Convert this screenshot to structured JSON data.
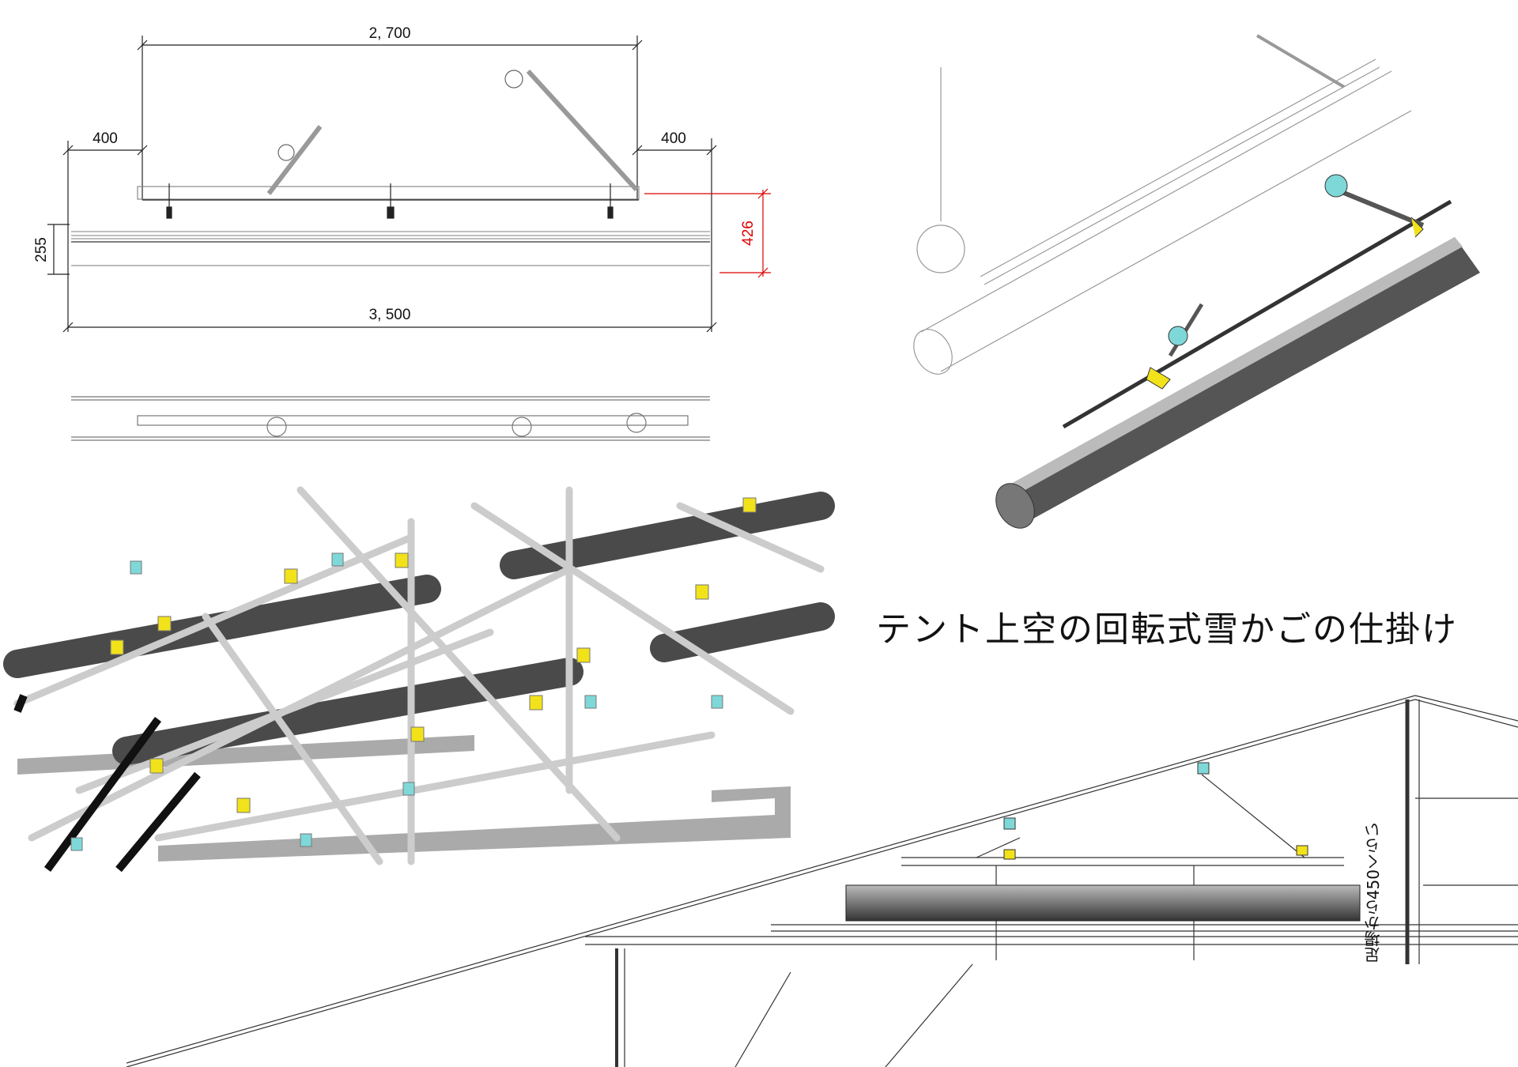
{
  "title": "テント上空の回転式雪かごの仕掛け",
  "dimensions": {
    "top_width": "2, 700",
    "left_offset": "400",
    "right_offset": "400",
    "total_width": "3, 500",
    "height_bar": "255",
    "height_red": "426"
  },
  "note_vertical": "足場から450くらい",
  "colors": {
    "accent_red": "#dd0000",
    "clamp_yellow": "#f2e21a",
    "clamp_cyan": "#7fd8d8",
    "pipe_dark": "#4a4a4a"
  }
}
